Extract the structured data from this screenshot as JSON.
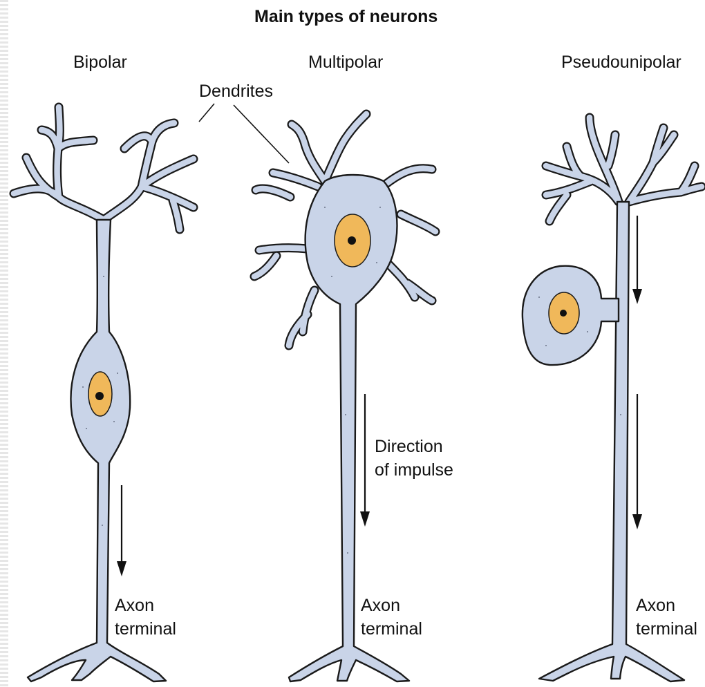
{
  "title": "Main types of neurons",
  "neurons": [
    {
      "type_label": "Bipolar",
      "terminal_label_line1": "Axon",
      "terminal_label_line2": "terminal"
    },
    {
      "type_label": "Multipolar",
      "terminal_label_line1": "Axon",
      "terminal_label_line2": "terminal"
    },
    {
      "type_label": "Pseudounipolar",
      "terminal_label_line1": "Axon",
      "terminal_label_line2": "terminal"
    }
  ],
  "dendrites_label": "Dendrites",
  "impulse_label_line1": "Direction",
  "impulse_label_line2": "of impulse",
  "colors": {
    "cell_fill": "#c9d4e8",
    "nucleus": "#f0b85a",
    "outline": "#1a1a1a"
  }
}
